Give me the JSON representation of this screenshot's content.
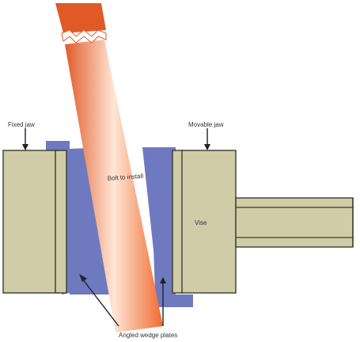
{
  "labels": {
    "fixed_jaw": "Fixed jaw",
    "movable_jaw": "Movable jaw",
    "work": "Bolt to install",
    "vise": "Vise",
    "plates": "Angled wedge plates"
  },
  "colors": {
    "jaw_fill": "#cfcca7",
    "jaw_stroke": "#3c3c2e",
    "plate_fill": "#6f79bf",
    "bar_top": "#e05a28",
    "bar_mid": "#ffe6d5",
    "bar_bottom": "#f06a2e"
  }
}
